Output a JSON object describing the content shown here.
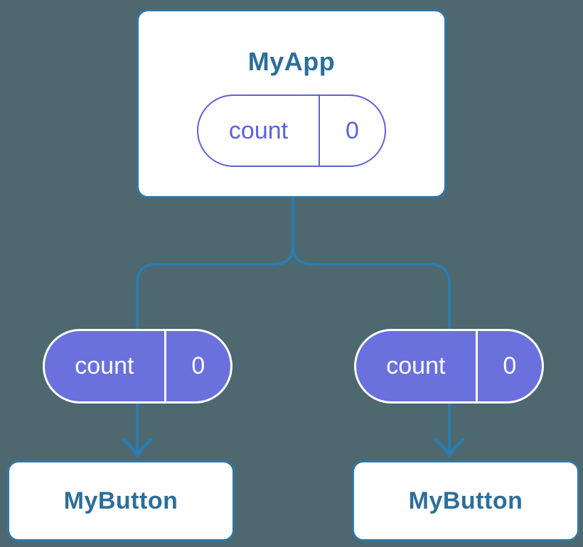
{
  "canvas": {
    "background_color": "#4D686E",
    "connector_color": "#2E7BAD",
    "card_border_color": "#3077A4",
    "card_title_color": "#2D6E9A",
    "pill_purple_fill": "#6A71DC",
    "pill_purple_outline": "#5C63D6"
  },
  "parent_card": {
    "title": "MyApp",
    "state_pill": {
      "label": "count",
      "value": "0"
    }
  },
  "child_pills": [
    {
      "label": "count",
      "value": "0"
    },
    {
      "label": "count",
      "value": "0"
    }
  ],
  "child_cards": [
    {
      "title": "MyButton"
    },
    {
      "title": "MyButton"
    }
  ]
}
